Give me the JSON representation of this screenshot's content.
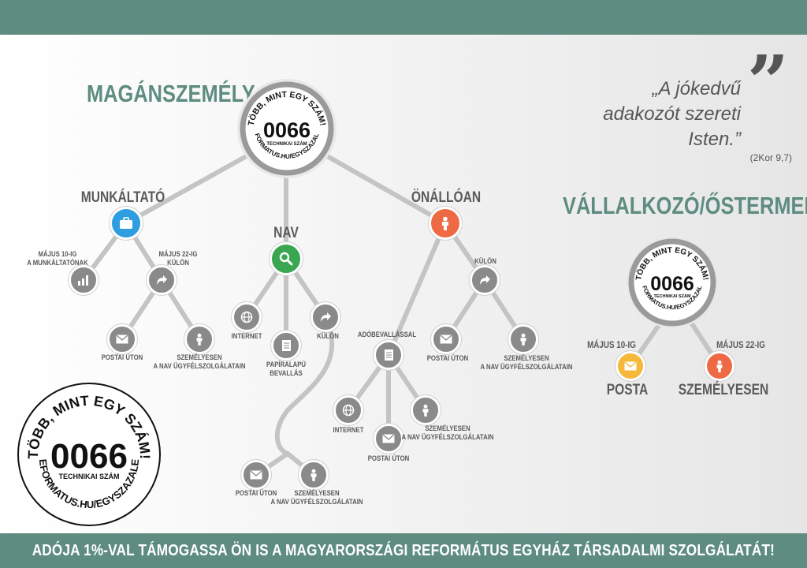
{
  "quote": {
    "line1": "„A jókedvű",
    "line2": "adakozót szereti",
    "line3": "Isten.”",
    "ref": "(2Kor 9,7)",
    "mark": "”"
  },
  "headings": {
    "private": "MAGÁNSZEMÉLY",
    "business": "VÁLLALKOZÓ/ŐSTERMELŐ"
  },
  "seal": {
    "top": "TÖBB, MINT EGY SZÁM!",
    "number": "0066",
    "sub": "TECHNIKAI SZÁM",
    "bottom": "REFORMATUS.HU/EGYSZAZALEK"
  },
  "branches": {
    "employer": "MUNKÁLTATÓ",
    "nav": "NAV",
    "self": "ÖNÁLLÓAN"
  },
  "labels": {
    "may10_employer_1": "MÁJUS 10-IG",
    "may10_employer_2": "A MUNKÁLTATÓNAK",
    "may22_1": "MÁJUS 22-IG",
    "may22_2": "KÜLÖN",
    "postal": "POSTAI ÚTON",
    "personal_1": "SZEMÉLYESEN",
    "personal_2": "A NAV ÜGYFÉLSZOLGÁLATAIN",
    "internet": "INTERNET",
    "paper_1": "PAPÍRALAPÚ",
    "paper_2": "BEVALLÁS",
    "separate": "KÜLÖN",
    "tax_return": "ADÓBEVALLÁSSAL",
    "biz_may10": "MÁJUS 10-IG",
    "biz_may22": "MÁJUS 22-IG",
    "biz_post": "POSTA",
    "biz_personal": "SZEMÉLYESEN"
  },
  "footer": "ADÓJA 1%-VAL TÁMOGASSA ÖN IS A MAGYARORSZÁGI REFORMÁTUS EGYHÁZ TÁRSADALMI SZOLGÁLATÁT!",
  "colors": {
    "green": "#5e8c80",
    "grey": "#8a8a8a",
    "blue": "#2e9ee0",
    "nav_green": "#3aa651",
    "orange": "#ee6a45",
    "yellow": "#f6b83a"
  }
}
